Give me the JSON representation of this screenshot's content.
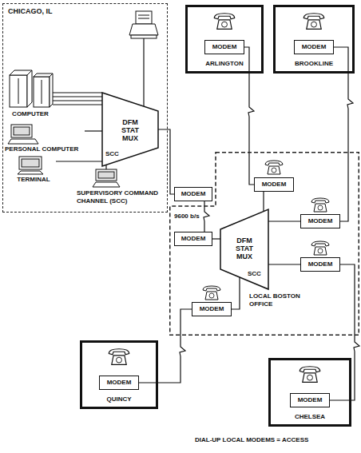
{
  "diagram": {
    "nodes": [
      {
        "text": [
          "CHICAGO, IL"
        ]
      },
      {
        "text": [
          "COMPUTER"
        ],
        "in": 0
      },
      {
        "text": [
          "PERSONAL COMPUTER"
        ],
        "in": 0
      },
      {
        "text": [
          "TERMINAL"
        ],
        "in": 0
      },
      {
        "text": [
          "SUPERVISORY COMMAND CHANNEL (SCC)"
        ],
        "in": 0
      },
      {
        "text": [
          "DFM STAT MUX",
          "SCC"
        ],
        "in": 0
      },
      {
        "text": [
          "MODEM"
        ]
      },
      {
        "text": [
          "ARLINGTON"
        ]
      },
      {
        "text": [
          "MODEM"
        ],
        "in": 7
      },
      {
        "text": [
          "BROOKLINE"
        ]
      },
      {
        "text": [
          "MODEM"
        ],
        "in": 9
      },
      {
        "text": [
          "LOCAL BOSTON OFFICE"
        ]
      },
      {
        "text": [
          "MODEM"
        ],
        "in": 11
      },
      {
        "text": [
          "DFM STAT MUX",
          "SCC"
        ],
        "in": 11
      },
      {
        "text": [
          "MODEM"
        ],
        "in": 11
      },
      {
        "text": [
          "MODEM"
        ],
        "in": 11
      },
      {
        "text": [
          "MODEM"
        ],
        "in": 11
      },
      {
        "text": [
          "MODEM"
        ],
        "in": 11
      },
      {
        "text": [
          "QUINCY"
        ]
      },
      {
        "text": [
          "MODEM"
        ],
        "in": 18
      },
      {
        "text": [
          "CHELSEA"
        ]
      },
      {
        "text": [
          "MODEM"
        ],
        "in": 20
      }
    ],
    "edges": [
      {
        "from": 1,
        "to": 5,
        "arrow": "none"
      },
      {
        "from": 2,
        "to": 5,
        "arrow": "none"
      },
      {
        "from": 3,
        "to": 5,
        "arrow": "none"
      },
      {
        "from": 4,
        "to": 5,
        "arrow": "none"
      },
      {
        "from": 5,
        "to": 6,
        "arrow": "none"
      },
      {
        "from": 6,
        "to": 12,
        "label": "9600 b/s",
        "arrow": "none"
      },
      {
        "from": 12,
        "to": 13,
        "arrow": "none"
      },
      {
        "from": 13,
        "to": 14,
        "arrow": "none"
      },
      {
        "from": 13,
        "to": 15,
        "arrow": "none"
      },
      {
        "from": 13,
        "to": 16,
        "arrow": "none"
      },
      {
        "from": 13,
        "to": 17,
        "arrow": "none"
      },
      {
        "from": 8,
        "to": 14,
        "arrow": "none"
      },
      {
        "from": 10,
        "to": 15,
        "arrow": "none"
      },
      {
        "from": 16,
        "to": 21,
        "arrow": "none"
      },
      {
        "from": 17,
        "to": 19,
        "arrow": "none"
      }
    ],
    "labels": [
      "DIAL-UP LOCAL MODEMS = ACCESS"
    ]
  }
}
